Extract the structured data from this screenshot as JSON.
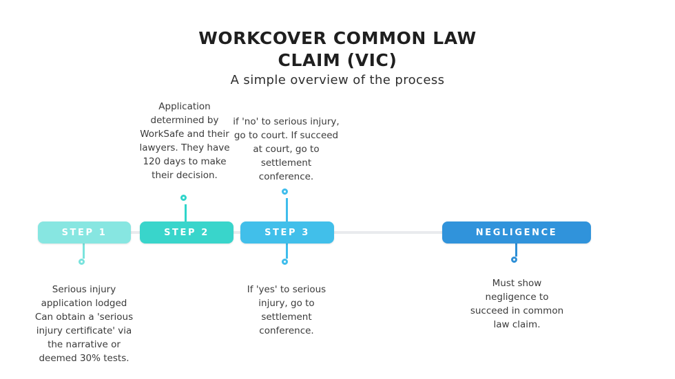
{
  "header": {
    "title": [
      "WORKCOVER COMMON LAW",
      "CLAIM (VIC)"
    ],
    "subtitle": "A simple overview of the process"
  },
  "timeline": {
    "steps": [
      {
        "label": "STEP 1",
        "color": "#87e6e1"
      },
      {
        "label": "STEP 2",
        "color": "#39d5cb"
      },
      {
        "label": "STEP 3",
        "color": "#41bfea"
      },
      {
        "label": "NEGLIGENCE",
        "color": "#3093db"
      }
    ],
    "line_color": "#e9ebee",
    "pin_colors": {
      "step1": "#7ae3dd",
      "step2": "#2fd5ca",
      "step3": "#3fbdec",
      "negligence": "#2e8fd6"
    }
  },
  "annotations": {
    "step2_top": [
      "Application",
      "determined by",
      "WorkSafe and their",
      "lawyers. They have",
      "120 days to make",
      "their decision."
    ],
    "step3_top": [
      "if 'no' to serious injury,",
      "go to court. If succeed",
      "at court, go to",
      "settlement",
      "conference."
    ],
    "step1_bottom": [
      "Serious injury",
      "application lodged",
      "Can obtain a 'serious",
      "injury certificate' via",
      "the narrative or",
      "deemed 30% tests."
    ],
    "step3_bottom": [
      "If 'yes' to serious",
      "injury, go to",
      "settlement",
      "conference."
    ],
    "negligence_bottom": [
      "Must show",
      "negligence to",
      "succeed in common",
      "law claim."
    ]
  },
  "colors": {
    "title_text": "#1f1f1f",
    "body_text": "#3a3a3a",
    "background": "#ffffff"
  }
}
